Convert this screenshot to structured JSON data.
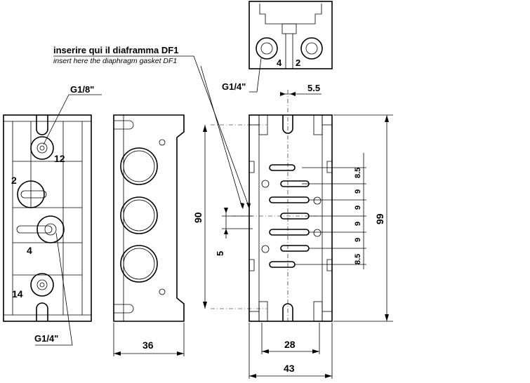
{
  "notes": {
    "insert_it": "inserire qui il diaframma DF1",
    "insert_en": "insert here the diaphragm gasket DF1"
  },
  "threads": {
    "g18": "G1/8\"",
    "g14_bottom": "G1/4\"",
    "g14_top": "G1/4\""
  },
  "ports": {
    "p12": "12",
    "p2": "2",
    "p4": "4",
    "p14": "14",
    "top_p4": "4",
    "top_p2": "2"
  },
  "dimensions": {
    "d36": "36",
    "d90": "90",
    "d5": "5",
    "d5_5": "5.5",
    "d99": "99",
    "d28": "28",
    "d43": "43",
    "pitch": [
      "8.5",
      "9",
      "9",
      "9",
      "9",
      "8.5"
    ]
  }
}
